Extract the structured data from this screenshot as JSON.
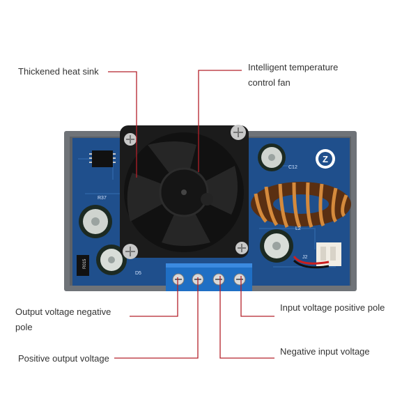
{
  "labels": {
    "heat_sink": "Thickened heat sink",
    "fan_line1": "Intelligent temperature",
    "fan_line2": "control fan",
    "output_negative_line1": "Output voltage negative",
    "output_negative_line2": "pole",
    "input_positive": "Input voltage positive pole",
    "output_positive": "Positive output voltage",
    "input_negative": "Negative input voltage"
  },
  "board_text": {
    "logo_glyph": "Z",
    "l2": "L2",
    "j2": "J2",
    "r015": "R015",
    "d5": "D5",
    "r37": "R37",
    "c12": "C12"
  },
  "colors": {
    "callout_line": "#b3202a",
    "pcb": "#1f4f8c",
    "case": "#6f7378",
    "terminal": "#1f6fc4"
  }
}
